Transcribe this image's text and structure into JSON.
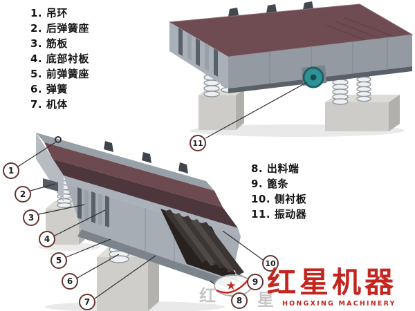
{
  "legend_top": {
    "items": [
      {
        "label": "1. 吊环"
      },
      {
        "label": "2. 后弹簧座"
      },
      {
        "label": "3. 筋板"
      },
      {
        "label": "4. 底部衬板"
      },
      {
        "label": "5. 前弹簧座"
      },
      {
        "label": "6. 弹簧"
      },
      {
        "label": "7. 机体"
      }
    ]
  },
  "legend_right": {
    "items": [
      {
        "label": "8. 出料端"
      },
      {
        "label": "9. 篦条"
      },
      {
        "label": "10. 侧衬板"
      },
      {
        "label": "11. 振动器"
      }
    ]
  },
  "callouts": [
    {
      "num": "1"
    },
    {
      "num": "2"
    },
    {
      "num": "3"
    },
    {
      "num": "4"
    },
    {
      "num": "5"
    },
    {
      "num": "6"
    },
    {
      "num": "7"
    },
    {
      "num": "8"
    },
    {
      "num": "9"
    },
    {
      "num": "10"
    },
    {
      "num": "11"
    }
  ],
  "watermark": {
    "brand": "红星机器",
    "tagline": "HONGXING MACHINERY",
    "star_icon": "★",
    "ghost_left": "红",
    "ghost_right": "星"
  },
  "colors": {
    "liner_maroon": "#6f4c52",
    "interior_dark": "#4e373c",
    "body_gray": "#a6adb4",
    "pedestal_concrete": "#cfcecb",
    "vibrator_teal": "#2f9297",
    "brand_red": "#c2261f",
    "callout_border": "#63342f"
  }
}
